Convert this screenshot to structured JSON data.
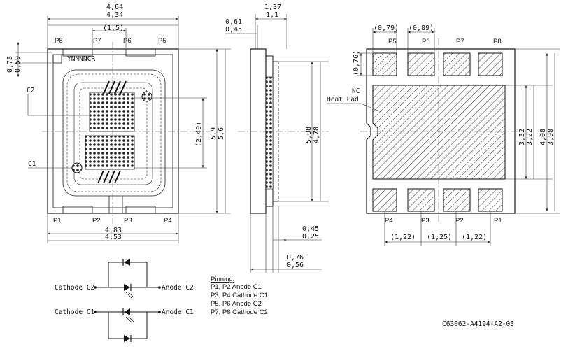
{
  "top_view": {
    "dims": {
      "width_outer": "4,64",
      "width_inner": "4,34",
      "pitch_top": "(1,5)",
      "notch_outer": "0,73",
      "notch_inner": "0,59",
      "chip_height": "(2,49)",
      "height_inner": "5,9",
      "height_outer": "5,6",
      "bottom_outer": "4,83",
      "bottom_inner": "4,53"
    },
    "marking": "YNNNNCR",
    "labels": {
      "c2": "C2",
      "c1": "C1"
    },
    "pins": {
      "p8": "P8",
      "p7": "P7",
      "p6": "P6",
      "p5": "P5",
      "p1": "P1",
      "p2": "P2",
      "p3": "P3",
      "p4": "P4"
    }
  },
  "side_view": {
    "dims": {
      "top_a": "0,61",
      "top_b": "0,45",
      "width_a": "1,37",
      "width_b": "1,1",
      "height_a": "5,08",
      "height_b": "4,78",
      "lead_a": "0,45",
      "lead_b": "0,25",
      "base_a": "0,76",
      "base_b": "0,56"
    }
  },
  "bottom_view": {
    "dims": {
      "pad_w1": "(0,79)",
      "pad_w2": "(0,89)",
      "pad_h": "(0,76)",
      "heat_a": "3,32",
      "heat_b": "3,22",
      "body_a": "4,08",
      "body_b": "3,98",
      "pitch_1": "(1,22)",
      "pitch_2": "(1,25)",
      "pitch_3": "(1,22)"
    },
    "heat_pad_line1": "NC",
    "heat_pad_line2": "Heat Pad",
    "pins": {
      "p5": "P5",
      "p6": "P6",
      "p7": "P7",
      "p8": "P8",
      "p4": "P4",
      "p3": "P3",
      "p2": "P2",
      "p1": "P1"
    }
  },
  "schematic": {
    "cathode_c2": "Cathode C2",
    "anode_c2": "Anode C2",
    "cathode_c1": "Cathode C1",
    "anode_c1": "Anode C1"
  },
  "pinning": {
    "title": "Pinning:",
    "lines": [
      "P1, P2  Anode C1",
      "P3, P4  Cathode C1",
      "P5, P6  Anode C2",
      "P7, P8  Cathode C2"
    ]
  },
  "drawing_code": "C63062-A4194-A2-03"
}
